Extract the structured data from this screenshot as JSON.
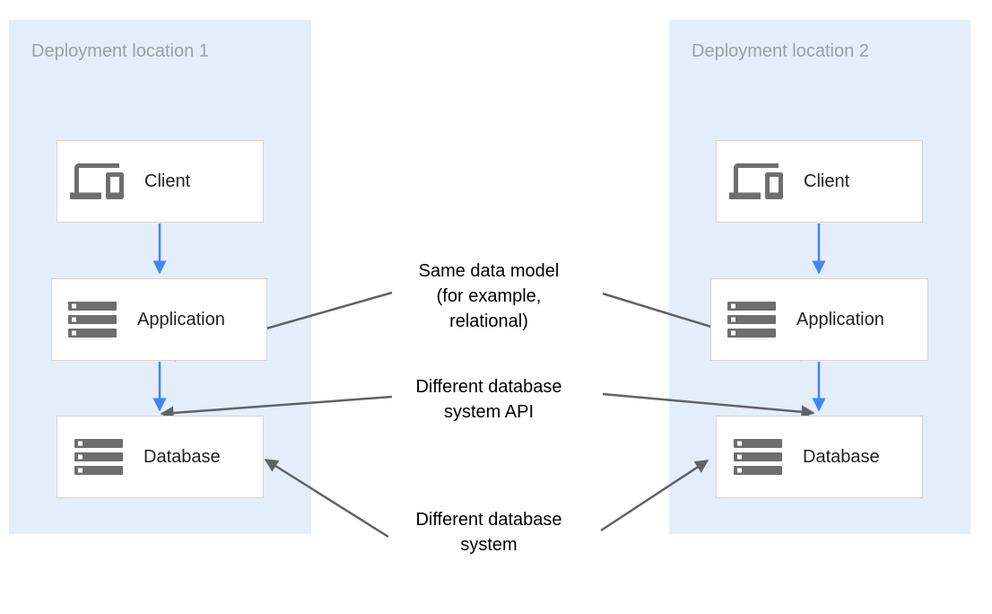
{
  "panels": [
    {
      "title": "Deployment location 1",
      "nodes": [
        {
          "label": "Client",
          "icon": "devices-icon"
        },
        {
          "label": "Application",
          "icon": "server-stack-icon"
        },
        {
          "label": "Database",
          "icon": "server-stack-icon"
        }
      ]
    },
    {
      "title": "Deployment location 2",
      "nodes": [
        {
          "label": "Client",
          "icon": "devices-icon"
        },
        {
          "label": "Application",
          "icon": "server-stack-icon"
        },
        {
          "label": "Database",
          "icon": "server-stack-icon"
        }
      ]
    }
  ],
  "annotations": [
    {
      "lines": [
        "Same data model",
        "(for example,",
        "relational)"
      ]
    },
    {
      "lines": [
        "Different database",
        "system API"
      ]
    },
    {
      "lines": [
        "Different database",
        "system"
      ]
    }
  ],
  "colors": {
    "panel_bg": "#e4eefb",
    "panel_title": "#9aa0a6",
    "node_bg": "#ffffff",
    "node_border": "#d5d5d5",
    "node_label": "#212121",
    "icon_gray": "#6e6e6e",
    "flow_arrow_blue": "#4284f4",
    "annotation_arrow_gray": "#5f6368",
    "annotation_text": "#000000"
  }
}
